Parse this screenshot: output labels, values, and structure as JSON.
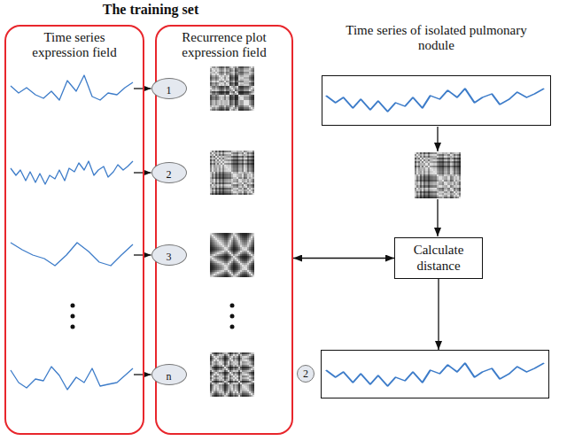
{
  "diagram": {
    "title": "The training set",
    "nodes": [
      {
        "text": [
          "Time series expression field"
        ]
      },
      {
        "text": [
          "Recurrence plot expression field"
        ]
      },
      {
        "text": [
          "1"
        ],
        "in": 1
      },
      {
        "text": [
          "2"
        ],
        "in": 1
      },
      {
        "text": [
          "3"
        ],
        "in": 1
      },
      {
        "text": [
          "n"
        ],
        "in": 1
      },
      {
        "text": [
          "Time series of isolated pulmonary nodule"
        ]
      },
      {
        "text": [
          "Calculate distance"
        ]
      },
      {
        "text": [
          "2"
        ]
      }
    ],
    "edges": [
      {
        "from": 0,
        "to": 2,
        "arrow": "to"
      },
      {
        "from": 0,
        "to": 3,
        "arrow": "to"
      },
      {
        "from": 0,
        "to": 4,
        "arrow": "to"
      },
      {
        "from": 0,
        "to": 5,
        "arrow": "to"
      },
      {
        "from": 7,
        "to": 1,
        "arrow": "both"
      },
      {
        "from": 7,
        "to": 8,
        "arrow": "to"
      }
    ]
  }
}
